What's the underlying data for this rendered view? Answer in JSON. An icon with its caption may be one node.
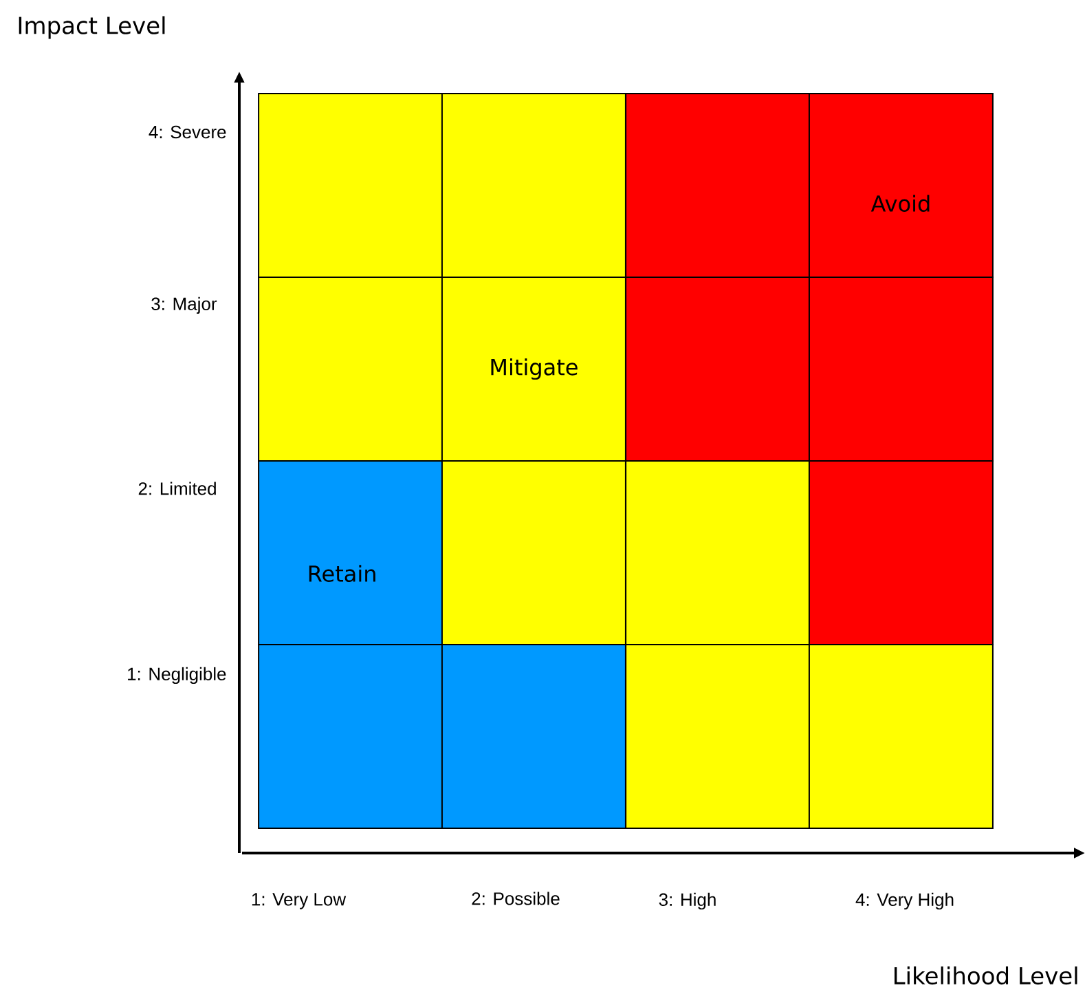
{
  "diagram": {
    "nodes": [
      {
        "text": [],
        "shape": "box"
      },
      {
        "text": [],
        "shape": "box"
      },
      {
        "text": [],
        "shape": "box"
      },
      {
        "text": [
          "Avoid"
        ]
      },
      {
        "text": [],
        "shape": "box"
      },
      {
        "text": [
          "Mitigate"
        ]
      },
      {
        "text": [],
        "shape": "box"
      },
      {
        "text": [],
        "shape": "box"
      },
      {
        "text": [
          "Retain"
        ]
      },
      {
        "text": [],
        "shape": "box"
      },
      {
        "text": [],
        "shape": "box"
      },
      {
        "text": [],
        "shape": "box"
      },
      {
        "text": [],
        "shape": "box"
      },
      {
        "text": [],
        "shape": "box"
      },
      {
        "text": [],
        "shape": "box"
      },
      {
        "text": [],
        "shape": "box"
      }
    ],
    "edges": [],
    "labels": [
      "Impact Level",
      "4: Severe",
      "3: Major",
      "2: Limited",
      "1: Negligible",
      "1: Very Low",
      "2: Possible",
      "3: High",
      "4: Very High",
      "Likelihood Level"
    ]
  }
}
